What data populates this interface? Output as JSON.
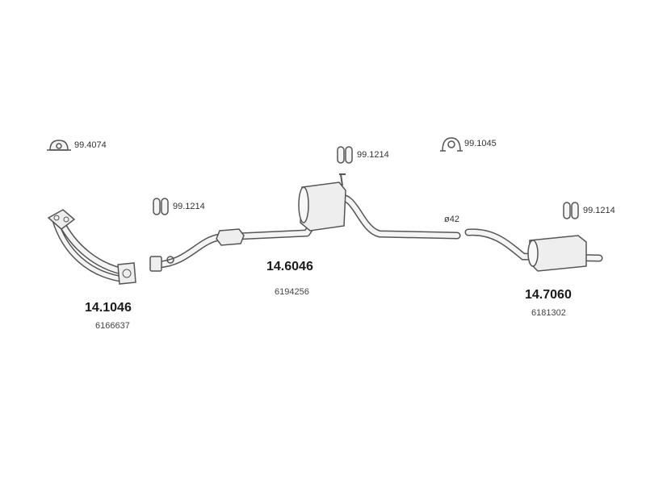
{
  "hardware": [
    {
      "code": "99.4074",
      "icon": "clamp-icon"
    },
    {
      "code": "99.1214",
      "icon": "rubber-hanger-icon"
    },
    {
      "code": "99.1214",
      "icon": "rubber-hanger-icon"
    },
    {
      "code": "99.1045",
      "icon": "ring-hanger-icon"
    },
    {
      "code": "99.1214",
      "icon": "rubber-hanger-icon"
    }
  ],
  "parts": [
    {
      "number": "14.1046",
      "oem": "6166637"
    },
    {
      "number": "14.6046",
      "oem": "6194256"
    },
    {
      "number": "14.7060",
      "oem": "6181302"
    }
  ],
  "diameter": "ø42",
  "colors": {
    "stroke": "#555555",
    "fill": "#f2f2f2",
    "text": "#333333"
  }
}
